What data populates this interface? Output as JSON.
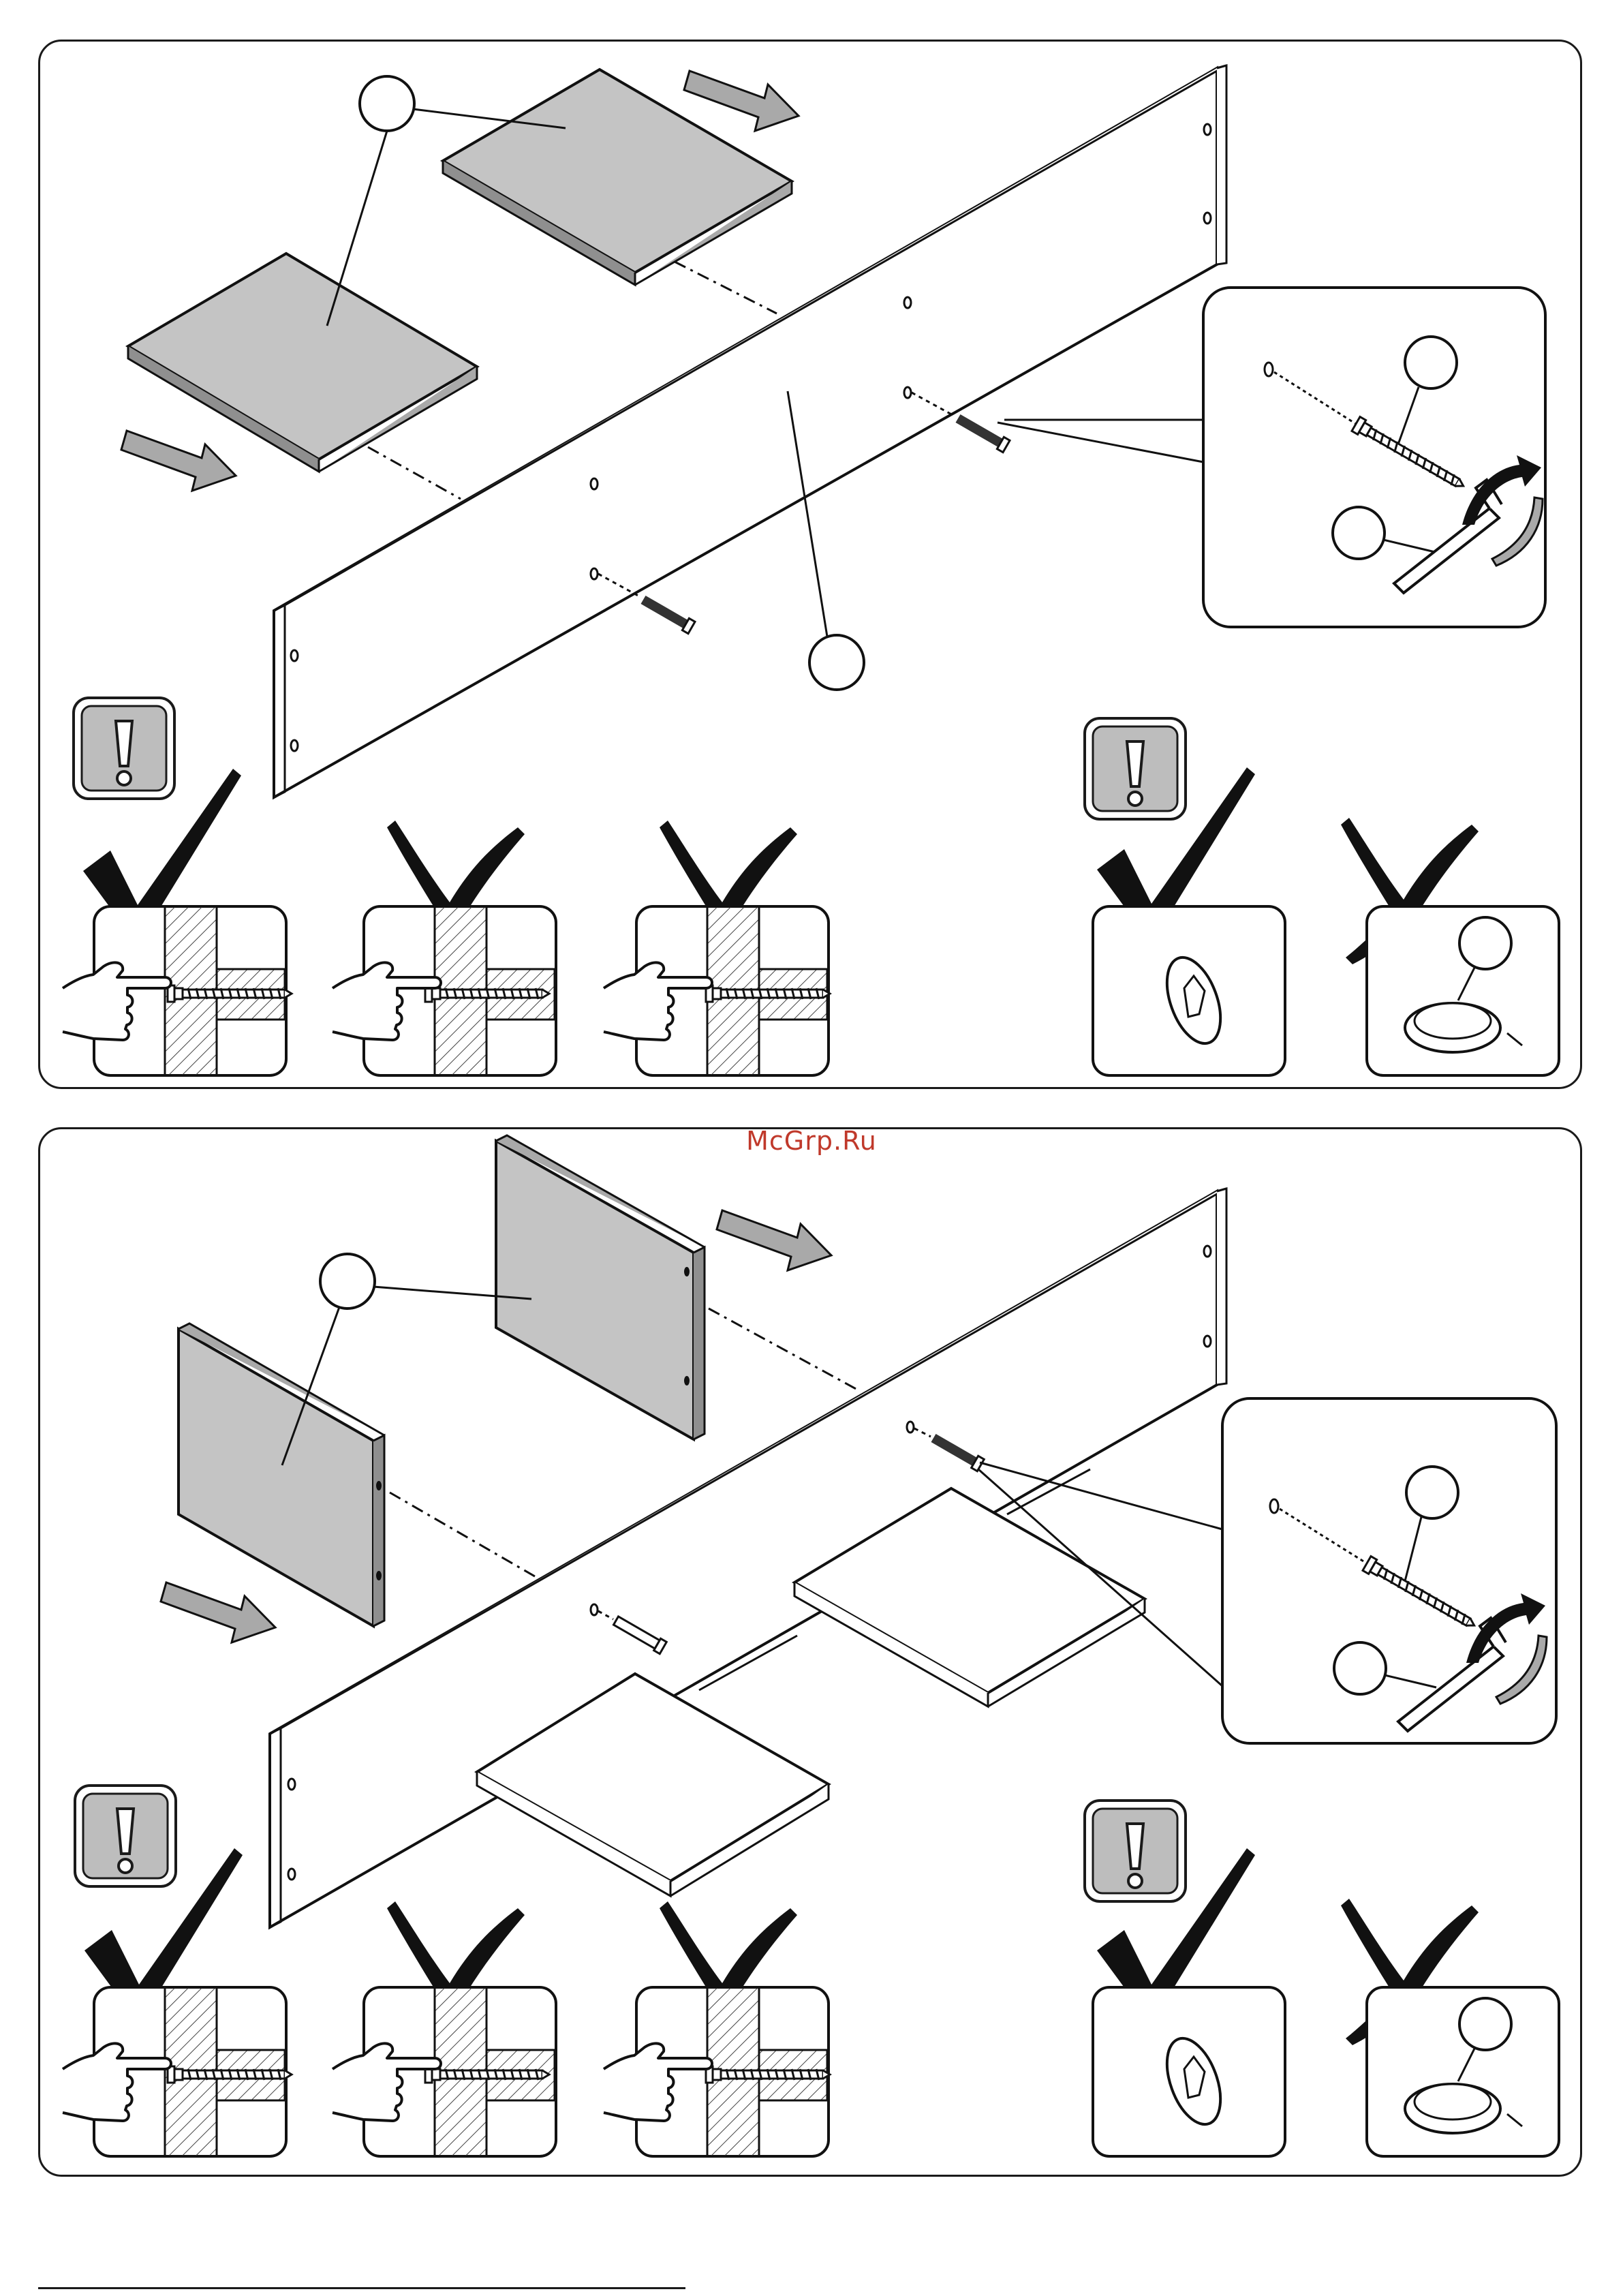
{
  "watermark": {
    "text": "McGrp.Ru"
  },
  "colors": {
    "panel_gray": "#c4c4c4",
    "line": "#1a1a1a",
    "arrow_gray": "#a9a9a9",
    "watermark": "#c0392b"
  },
  "steps": [
    {
      "id": "step-1",
      "warning_icons": [
        "exclamation-icon",
        "exclamation-icon"
      ],
      "marks": [
        "check-icon",
        "cross-icon",
        "cross-icon",
        "check-icon",
        "cross-icon"
      ]
    },
    {
      "id": "step-2",
      "warning_icons": [
        "exclamation-icon",
        "exclamation-icon"
      ],
      "marks": [
        "check-icon",
        "cross-icon",
        "cross-icon",
        "check-icon",
        "cross-icon"
      ]
    }
  ]
}
